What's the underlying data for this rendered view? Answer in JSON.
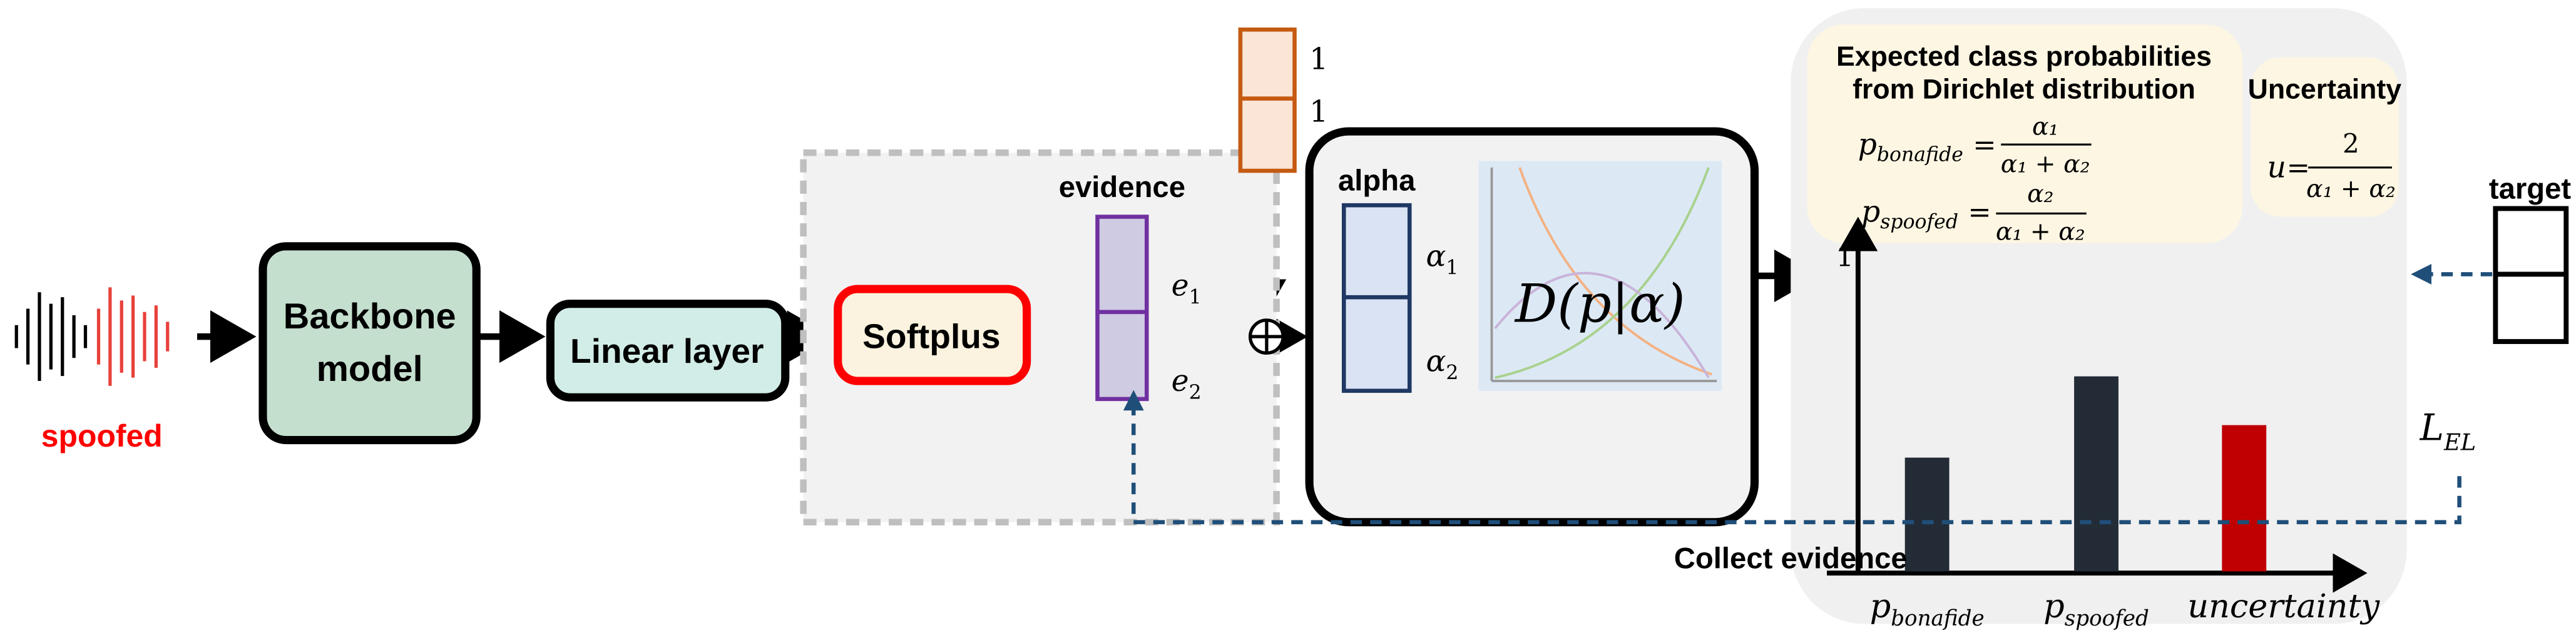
{
  "input": {
    "label": "spoofed"
  },
  "blocks": {
    "backbone": [
      "Backbone",
      "model"
    ],
    "linear": "Linear layer",
    "softplus": "Softplus"
  },
  "evidence": {
    "title": "evidence",
    "e1": "e",
    "e1_sub": "1",
    "e2": "e",
    "e2_sub": "2"
  },
  "ones": {
    "top": "1",
    "bottom": "1"
  },
  "alpha": {
    "title": "alpha",
    "a1": "α",
    "a1_sub": "1",
    "a2": "α",
    "a2_sub": "2"
  },
  "dirichlet": {
    "label": "D(p|α)"
  },
  "probabilities": {
    "title": [
      "Expected class probabilities",
      "from Dirichlet distribution"
    ],
    "p_bonafide": "p",
    "p_bonafide_sub": "bonafide",
    "p_spoofed": "p",
    "p_spoofed_sub": "spoofed",
    "num1": "α₁",
    "num2": "α₂",
    "den": "α₁ + α₂",
    "eq": "="
  },
  "uncertainty": {
    "title": "Uncertainty",
    "u": "u",
    "num": "2",
    "den": "α₁ + α₂",
    "eq": "="
  },
  "chart_data": {
    "type": "bar",
    "categories": [
      "p_bonafide",
      "p_spoofed",
      "uncertainty"
    ],
    "category_labels": [
      {
        "main": "p",
        "sub": "bonafide"
      },
      {
        "main": "p",
        "sub": "spoofed"
      },
      {
        "main": "uncertainty",
        "sub": ""
      }
    ],
    "values": [
      0.35,
      0.6,
      0.45
    ],
    "colors": [
      "#232b36",
      "#232b36",
      "#c00000"
    ],
    "ylim": [
      0,
      1
    ],
    "ytick": "1"
  },
  "target": {
    "label": "target"
  },
  "loss": {
    "label": "L",
    "sub": "EL"
  },
  "feedback": {
    "label": "Collect evidence"
  }
}
